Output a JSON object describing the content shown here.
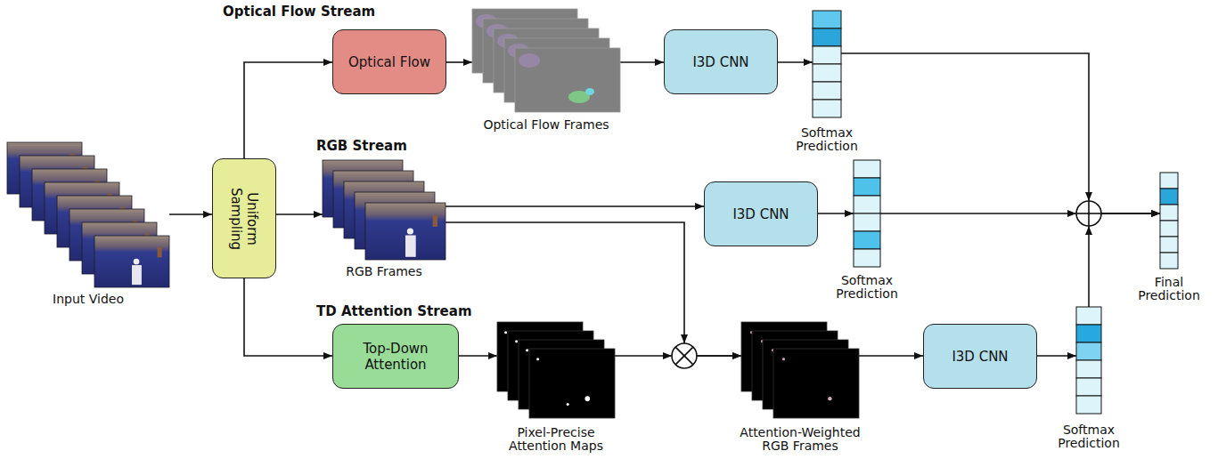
{
  "diagram": {
    "nodes": [
      {
        "text": [
          "Input Video"
        ]
      },
      {
        "text": [
          "Uniform Sampling"
        ]
      },
      {
        "text": [
          "Optical Flow"
        ]
      },
      {
        "text": [
          "Optical Flow Frames"
        ]
      },
      {
        "text": [
          "I3D CNN"
        ]
      },
      {
        "text": [
          "Softmax Prediction"
        ]
      },
      {
        "text": [
          "RGB Frames"
        ]
      },
      {
        "text": [
          "I3D CNN"
        ]
      },
      {
        "text": [
          "Softmax Prediction"
        ]
      },
      {
        "text": [
          "Top-Down Attention"
        ]
      },
      {
        "text": [
          "Pixel-Precise Attention Maps"
        ]
      },
      {
        "text": [
          "Attention-Weighted RGB Frames"
        ]
      },
      {
        "text": [
          "I3D CNN"
        ]
      },
      {
        "text": [
          "Softmax Prediction"
        ]
      },
      {
        "text": [
          "Final Prediction"
        ]
      }
    ],
    "edges": [
      {
        "from": 0,
        "to": 1,
        "arrow": "to"
      },
      {
        "from": 1,
        "to": 2,
        "arrow": "to"
      },
      {
        "from": 1,
        "to": 6,
        "arrow": "to"
      },
      {
        "from": 1,
        "to": 9,
        "arrow": "to"
      },
      {
        "from": 2,
        "to": 3,
        "arrow": "to"
      },
      {
        "from": 3,
        "to": 4,
        "arrow": "to"
      },
      {
        "from": 4,
        "to": 5,
        "arrow": "to"
      },
      {
        "from": 5,
        "to": 14,
        "arrow": "to"
      },
      {
        "from": 6,
        "to": 7,
        "arrow": "to"
      },
      {
        "from": 6,
        "to": 11,
        "arrow": "to"
      },
      {
        "from": 7,
        "to": 8,
        "arrow": "to"
      },
      {
        "from": 8,
        "to": 14,
        "arrow": "to"
      },
      {
        "from": 9,
        "to": 10,
        "arrow": "to"
      },
      {
        "from": 10,
        "to": 11,
        "arrow": "to"
      },
      {
        "from": 11,
        "to": 12,
        "arrow": "to"
      },
      {
        "from": 12,
        "to": 13,
        "arrow": "to"
      },
      {
        "from": 13,
        "to": 14,
        "arrow": "to"
      }
    ],
    "labels": [
      "Optical Flow Stream",
      "RGB Stream",
      "TD Attention Stream"
    ]
  }
}
